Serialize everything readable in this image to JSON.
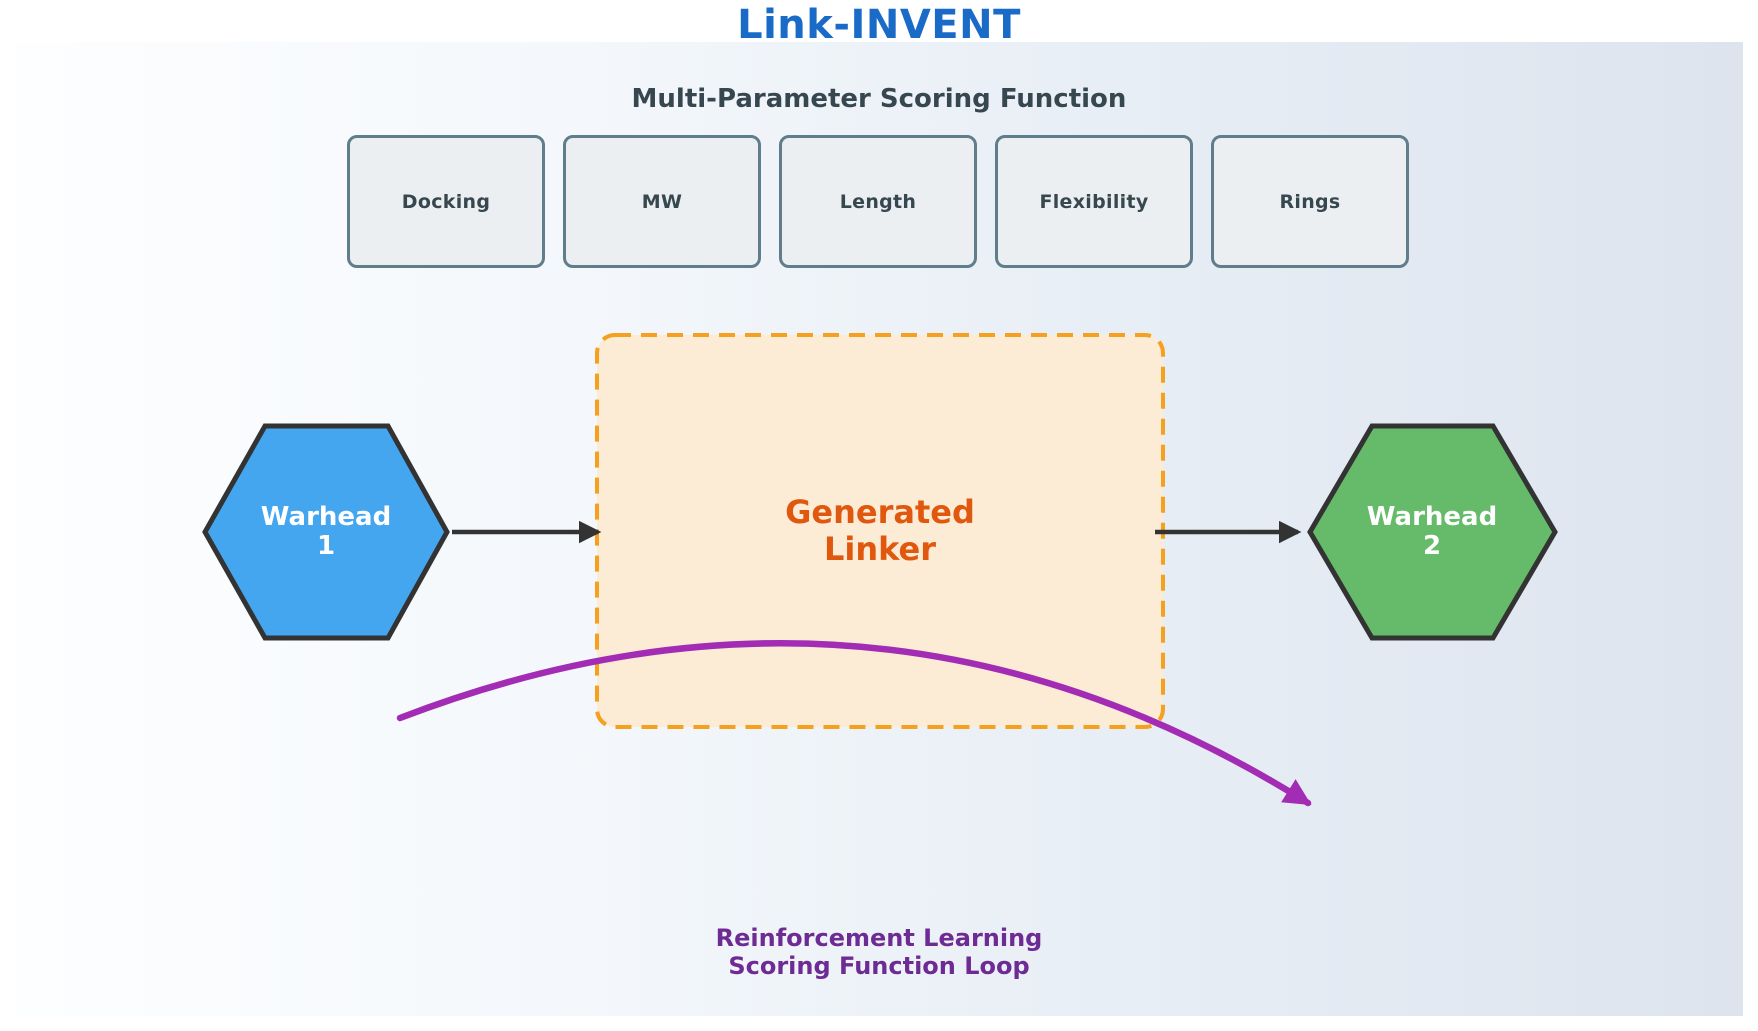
{
  "title": "Link-INVENT",
  "scoring": {
    "heading": "Multi-Parameter Scoring Function",
    "params": [
      "Docking",
      "MW",
      "Length",
      "Flexibility",
      "Rings"
    ]
  },
  "warhead1": {
    "line1": "Warhead",
    "line2": "1"
  },
  "warhead2": {
    "line1": "Warhead",
    "line2": "2"
  },
  "linker": {
    "line1": "Generated",
    "line2": "Linker"
  },
  "rl_loop": {
    "line1": "Reinforcement Learning",
    "line2": "Scoring Function Loop"
  },
  "colors": {
    "title-blue": "#1a6bc8",
    "slate-text": "#37474f",
    "box-fill": "#eceff1",
    "box-border": "#607d8b",
    "linker-fill": "#fcebd5",
    "linker-border": "#f5a01e",
    "linker-text": "#e0580e",
    "warhead1-fill": "#45a6f0",
    "warhead2-fill": "#66bb6a",
    "hex-border": "#333333",
    "arrow-dark": "#333333",
    "loop-purple": "#a32cb4",
    "loop-text": "#6e2b94",
    "bg-left": "#fdfeff",
    "bg-right": "#dde4ee"
  }
}
